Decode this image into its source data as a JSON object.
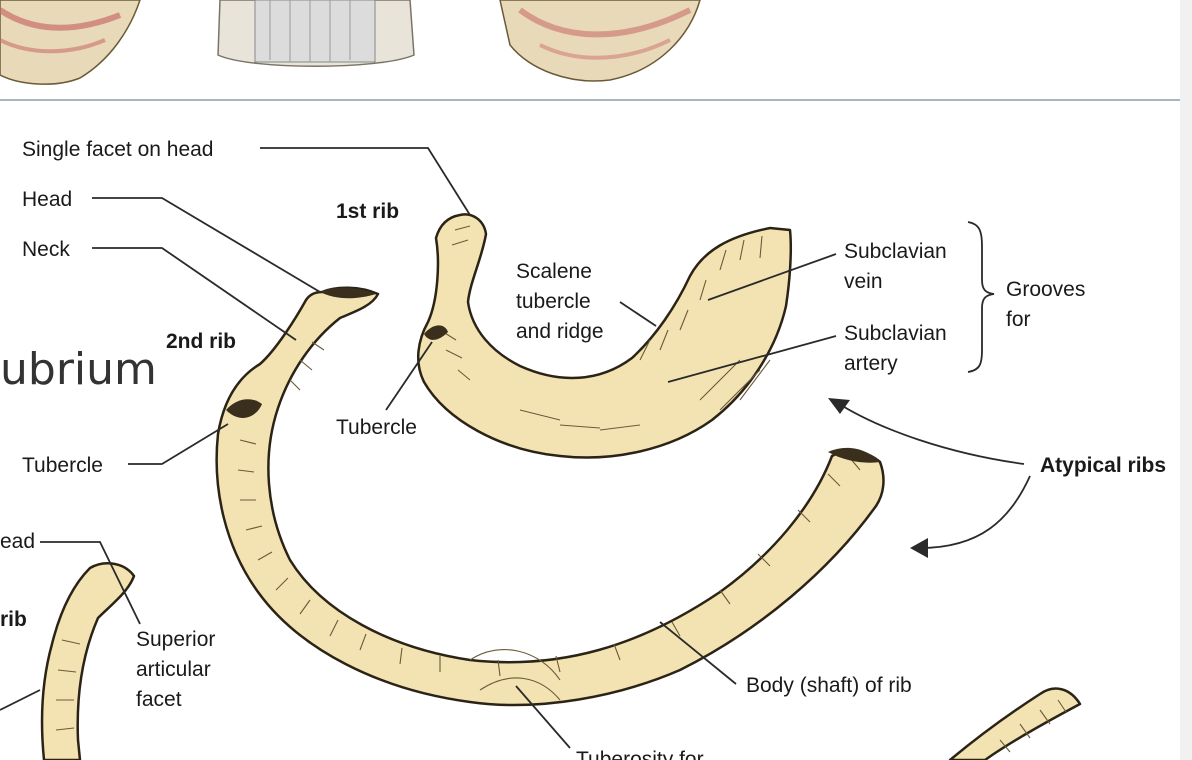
{
  "slide": {
    "title_fragment": "ubrium"
  },
  "figure": {
    "labels": {
      "single_facet_on_head": "Single facet on head",
      "head": "Head",
      "neck": "Neck",
      "first_rib": "1st rib",
      "second_rib": "2nd rib",
      "scalene_tubercle": [
        "Scalene",
        "tubercle",
        "and ridge"
      ],
      "tubercle_upper": "Tubercle",
      "tubercle_left": "Tubercle",
      "subclavian_vein": [
        "Subclavian",
        "vein"
      ],
      "subclavian_artery": [
        "Subclavian",
        "artery"
      ],
      "grooves_for": [
        "Grooves",
        "for"
      ],
      "atypical_ribs": "Atypical ribs",
      "head_cut": "ead",
      "rib_cut": "rib",
      "superior_articular_facet": [
        "Superior",
        "articular",
        "facet"
      ],
      "body_shaft": "Body (shaft) of rib",
      "tuberosity_cut": "Tuberosity for"
    }
  }
}
